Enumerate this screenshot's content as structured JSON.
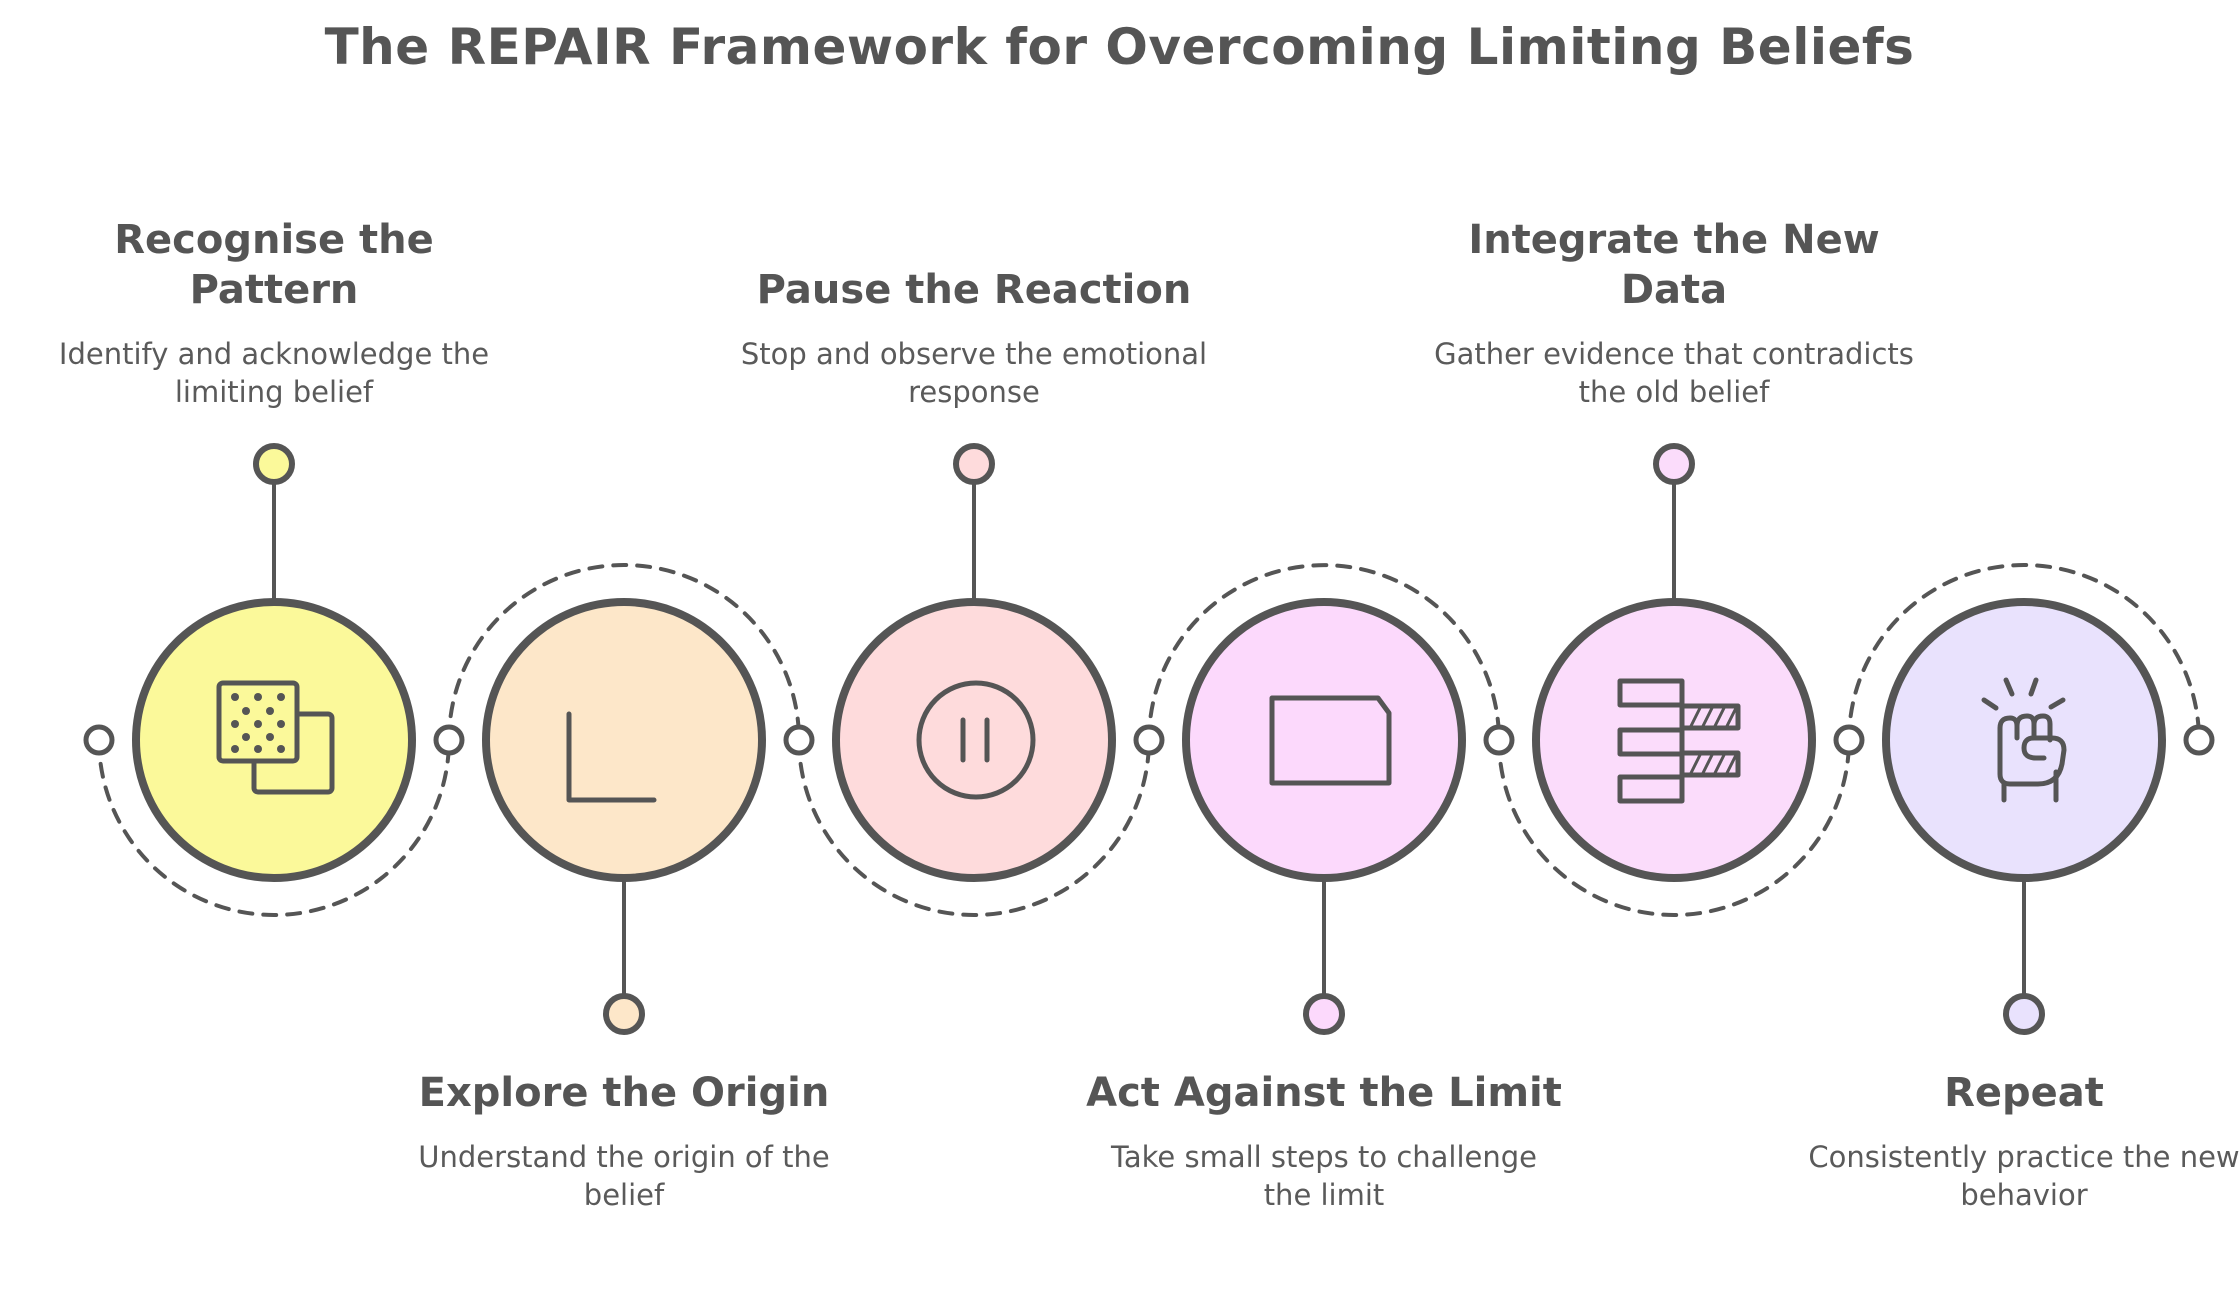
{
  "title": "The REPAIR Framework for Overcoming Limiting Beliefs",
  "colors": {
    "stroke": "#555555",
    "text": "#555555"
  },
  "steps": [
    {
      "heading": "Recognise the Pattern",
      "description": "Identify and acknowledge the limiting belief",
      "fill": "#fbf99a",
      "icon": "overlapping-squares-icon"
    },
    {
      "heading": "Explore the Origin",
      "description": "Understand the origin of the belief",
      "fill": "#fde7c9",
      "icon": "corner-line-icon"
    },
    {
      "heading": "Pause the Reaction",
      "description": "Stop and observe the emotional response",
      "fill": "#fedbdc",
      "icon": "pause-icon"
    },
    {
      "heading": "Act Against the Limit",
      "description": "Take small steps to challenge the limit",
      "fill": "#fcd9fc",
      "icon": "rectangle-icon"
    },
    {
      "heading": "Integrate the New Data",
      "description": "Gather evidence that contradicts the old belief",
      "fill": "#fbdcfb",
      "icon": "bar-compare-icon"
    },
    {
      "heading": "Repeat",
      "description": "Consistently practice the new behavior",
      "fill": "#e9e2fd",
      "icon": "raised-fist-icon"
    }
  ]
}
